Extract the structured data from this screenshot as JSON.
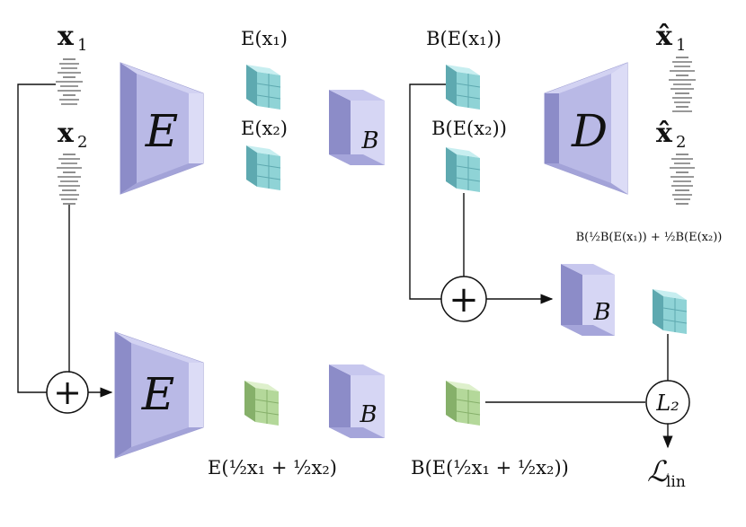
{
  "colors": {
    "block_face": "#b9b9e6",
    "block_dark": "#8c8cc8",
    "block_light": "#dcdcf6",
    "feat_teal_front": "#8fd3d6",
    "feat_teal_top": "#c7eef0",
    "feat_teal_side": "#5ea9b0",
    "feat_green_front": "#b4d89a",
    "feat_green_top": "#def0cc",
    "feat_green_side": "#86b06a",
    "line": "#111111"
  },
  "inputs": {
    "x1": "x",
    "x1_sub": "1",
    "x2": "x",
    "x2_sub": "2",
    "x1hat": "x̂",
    "x1hat_sub": "1",
    "x2hat": "x̂",
    "x2hat_sub": "2"
  },
  "blocks": {
    "encoder_top": "E",
    "bottleneck_top": "B",
    "decoder": "D",
    "bottleneck_mid": "B",
    "encoder_bottom": "E",
    "bottleneck_bottom": "B"
  },
  "labels": {
    "e_x1": "E(x₁)",
    "e_x2": "E(x₂)",
    "be_x1": "B(E(x₁))",
    "be_x2": "B(E(x₂))",
    "b_mix": "B(½B(E(x₁)) + ½B(E(x₂))",
    "e_mix": "E(½x₁ + ½x₂)",
    "be_mix": "B(E(½x₁ + ½x₂))",
    "l2": "L₂",
    "loss": "ℒ",
    "loss_sub": "lin",
    "plus": "+"
  }
}
